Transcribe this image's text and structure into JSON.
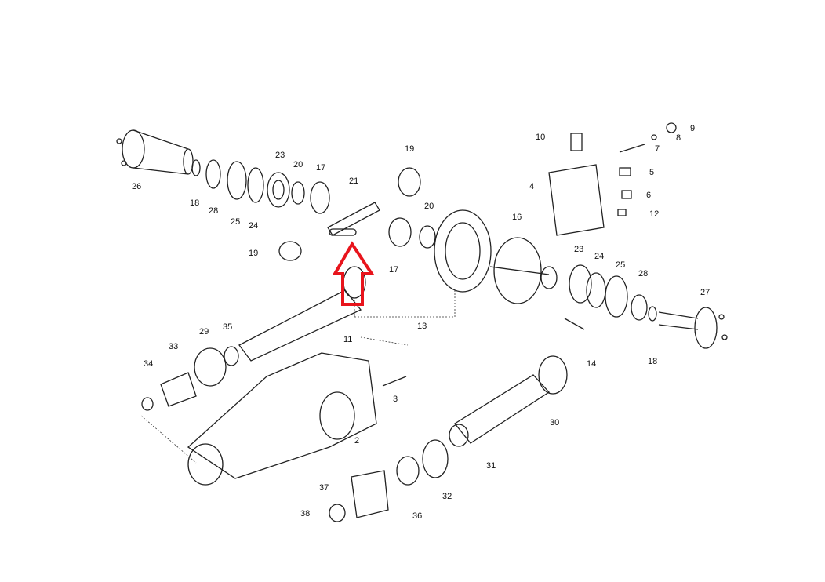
{
  "diagram": {
    "part_labels": [
      "26",
      "18",
      "28",
      "25",
      "24",
      "23",
      "20",
      "17",
      "21",
      "19",
      "19",
      "20",
      "17",
      "16",
      "13",
      "10",
      "9",
      "8",
      "7",
      "5",
      "4",
      "6",
      "12",
      "23",
      "24",
      "25",
      "28",
      "27",
      "14",
      "18",
      "11",
      "29",
      "35",
      "33",
      "34",
      "3",
      "2",
      "30",
      "31",
      "32",
      "36",
      "37",
      "38"
    ],
    "highlight_arrow_color": "#e8141c"
  }
}
